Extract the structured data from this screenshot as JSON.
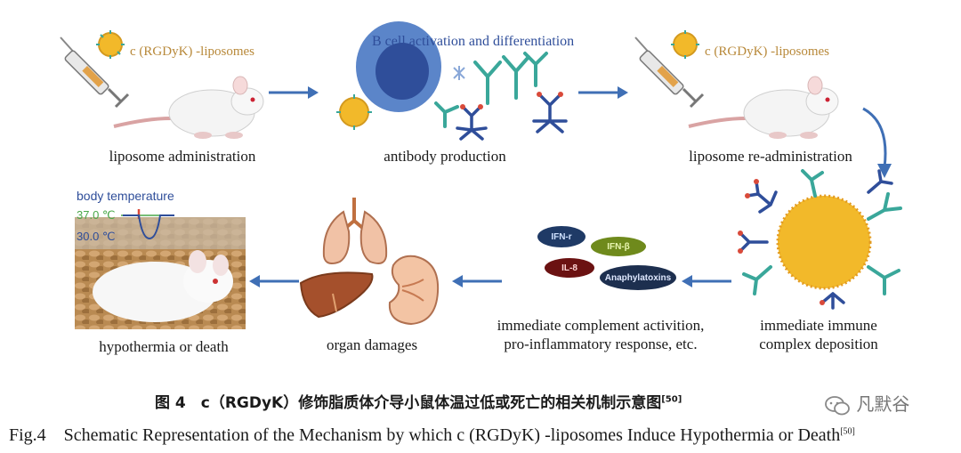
{
  "top_row": {
    "lipo_label_1": "c (RGDyK) -liposomes",
    "lipo_label_2": "c (RGDyK) -liposomes",
    "bcell_label": "B cell activation and differentiation",
    "step1": "liposome administration",
    "step2": "antibody production",
    "step3": "liposome re-administration"
  },
  "bottom_row": {
    "temp_title": "body temperature",
    "temp_high": "37.0 ℃",
    "temp_low": "30.0 ℃",
    "step4": "hypothermia or death",
    "step5": "organ damages",
    "step6_line1": "immediate complement activition,",
    "step6_line2": "pro-inflammatory response, etc.",
    "step7_line1": "immediate immune",
    "step7_line2": "complex deposition",
    "cytokines": {
      "ifn_r": "IFN-r",
      "ifn_b": "IFN-β",
      "il8": "IL-8",
      "anaphylatoxins": "Anaphylatoxins"
    }
  },
  "caption": {
    "zh": "图 4　c（RGDyK）修饰脂质体介导小鼠体温过低或死亡的相关机制示意图",
    "zh_ref": "[50]",
    "en": "Fig.4　Schematic Representation of the Mechanism by which c (RGDyK) -liposomes Induce Hypothermia or Death",
    "en_ref": "[50]"
  },
  "watermark": "凡默谷",
  "colors": {
    "arrow": "#3f6fb5",
    "lipo_text": "#b8893a",
    "bcell_text": "#2f4e9a",
    "temp_high": "#4aa84a",
    "temp_low": "#2f4e9a",
    "temp_curve": "#2f4e9a",
    "liposome": "#f2b92a"
  },
  "icons": [
    "syringe-icon",
    "mouse-icon",
    "liposome-icon",
    "b-cell-icon",
    "antibody-icon",
    "lungs-icon",
    "liver-icon",
    "kidney-icon",
    "mouse-photo-icon",
    "wechat-icon"
  ]
}
